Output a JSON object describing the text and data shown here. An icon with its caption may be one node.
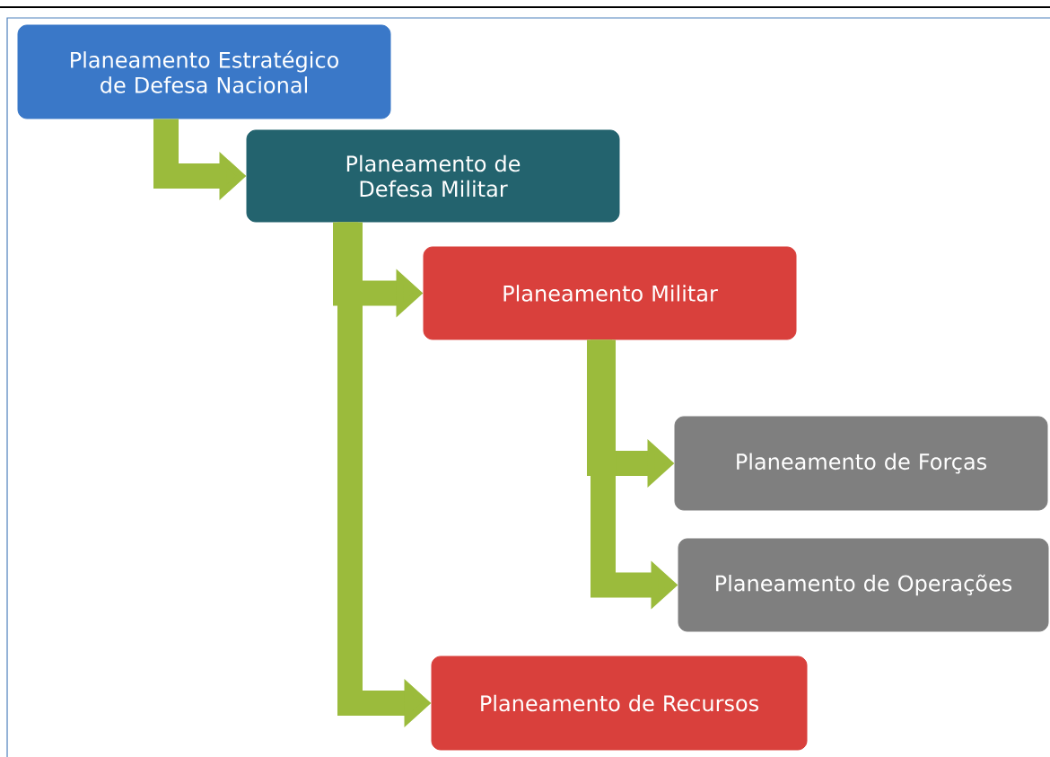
{
  "diagram": {
    "nodes": [
      {
        "text": [
          "Planeamento Estratégico de Defesa Nacional"
        ]
      },
      {
        "text": [
          "Planeamento de Defesa Militar"
        ]
      },
      {
        "text": [
          "Planeamento Militar"
        ]
      },
      {
        "text": [
          "Planeamento de Forças"
        ]
      },
      {
        "text": [
          "Planeamento de Operações"
        ]
      },
      {
        "text": [
          "Planeamento de Recursos"
        ]
      }
    ],
    "edges": [
      {
        "from": 0,
        "to": 1,
        "arrow": "to"
      },
      {
        "from": 1,
        "to": 2,
        "arrow": "to"
      },
      {
        "from": 1,
        "to": 5,
        "arrow": "to"
      },
      {
        "from": 2,
        "to": 3,
        "arrow": "to"
      },
      {
        "from": 2,
        "to": 4,
        "arrow": "to"
      }
    ]
  }
}
